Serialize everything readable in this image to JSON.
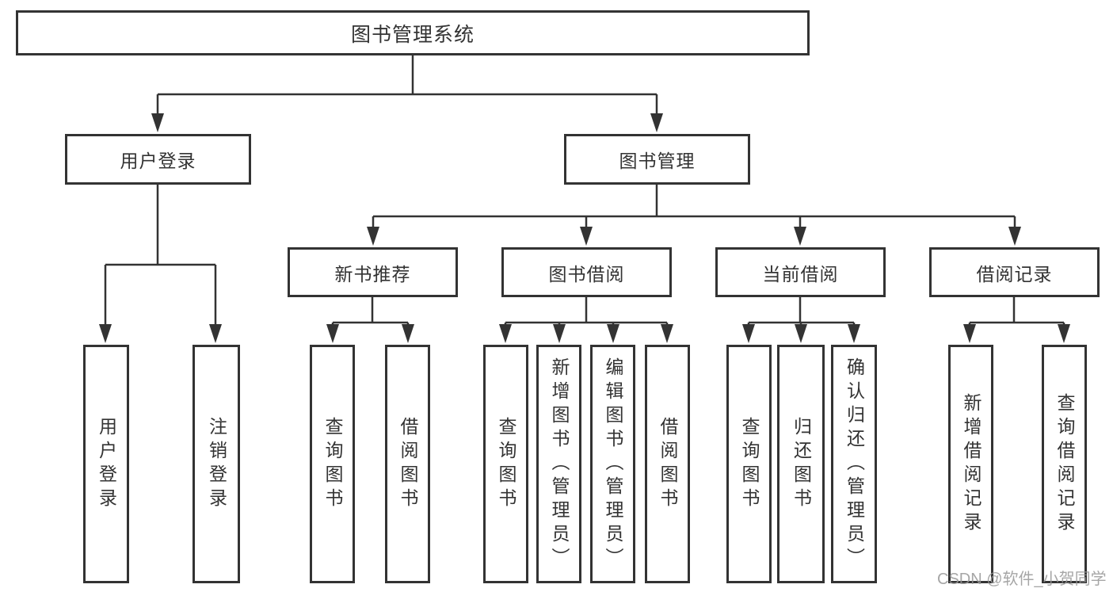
{
  "diagram": {
    "title": "图书管理系统",
    "tree": {
      "label": "图书管理系统",
      "children": [
        {
          "label": "用户登录",
          "children": [
            {
              "label": "用户登录"
            },
            {
              "label": "注销登录"
            }
          ]
        },
        {
          "label": "图书管理",
          "children": [
            {
              "label": "新书推荐",
              "children": [
                {
                  "label": "查询图书"
                },
                {
                  "label": "借阅图书"
                }
              ]
            },
            {
              "label": "图书借阅",
              "children": [
                {
                  "label": "查询图书"
                },
                {
                  "label": "新增图书（管理员）"
                },
                {
                  "label": "编辑图书（管理员）"
                },
                {
                  "label": "借阅图书"
                }
              ]
            },
            {
              "label": "当前借阅",
              "children": [
                {
                  "label": "查询图书"
                },
                {
                  "label": "归还图书"
                },
                {
                  "label": "确认归还（管理员）"
                }
              ]
            },
            {
              "label": "借阅记录",
              "children": [
                {
                  "label": "新增借阅记录"
                },
                {
                  "label": "查询借阅记录"
                }
              ]
            }
          ]
        }
      ]
    },
    "colors": {
      "line": "#333333",
      "box_border": "#333333",
      "box_background": "#ffffff",
      "text": "#333333",
      "watermark": "#969696"
    },
    "watermark": "CSDN @软件_小贺同学"
  }
}
